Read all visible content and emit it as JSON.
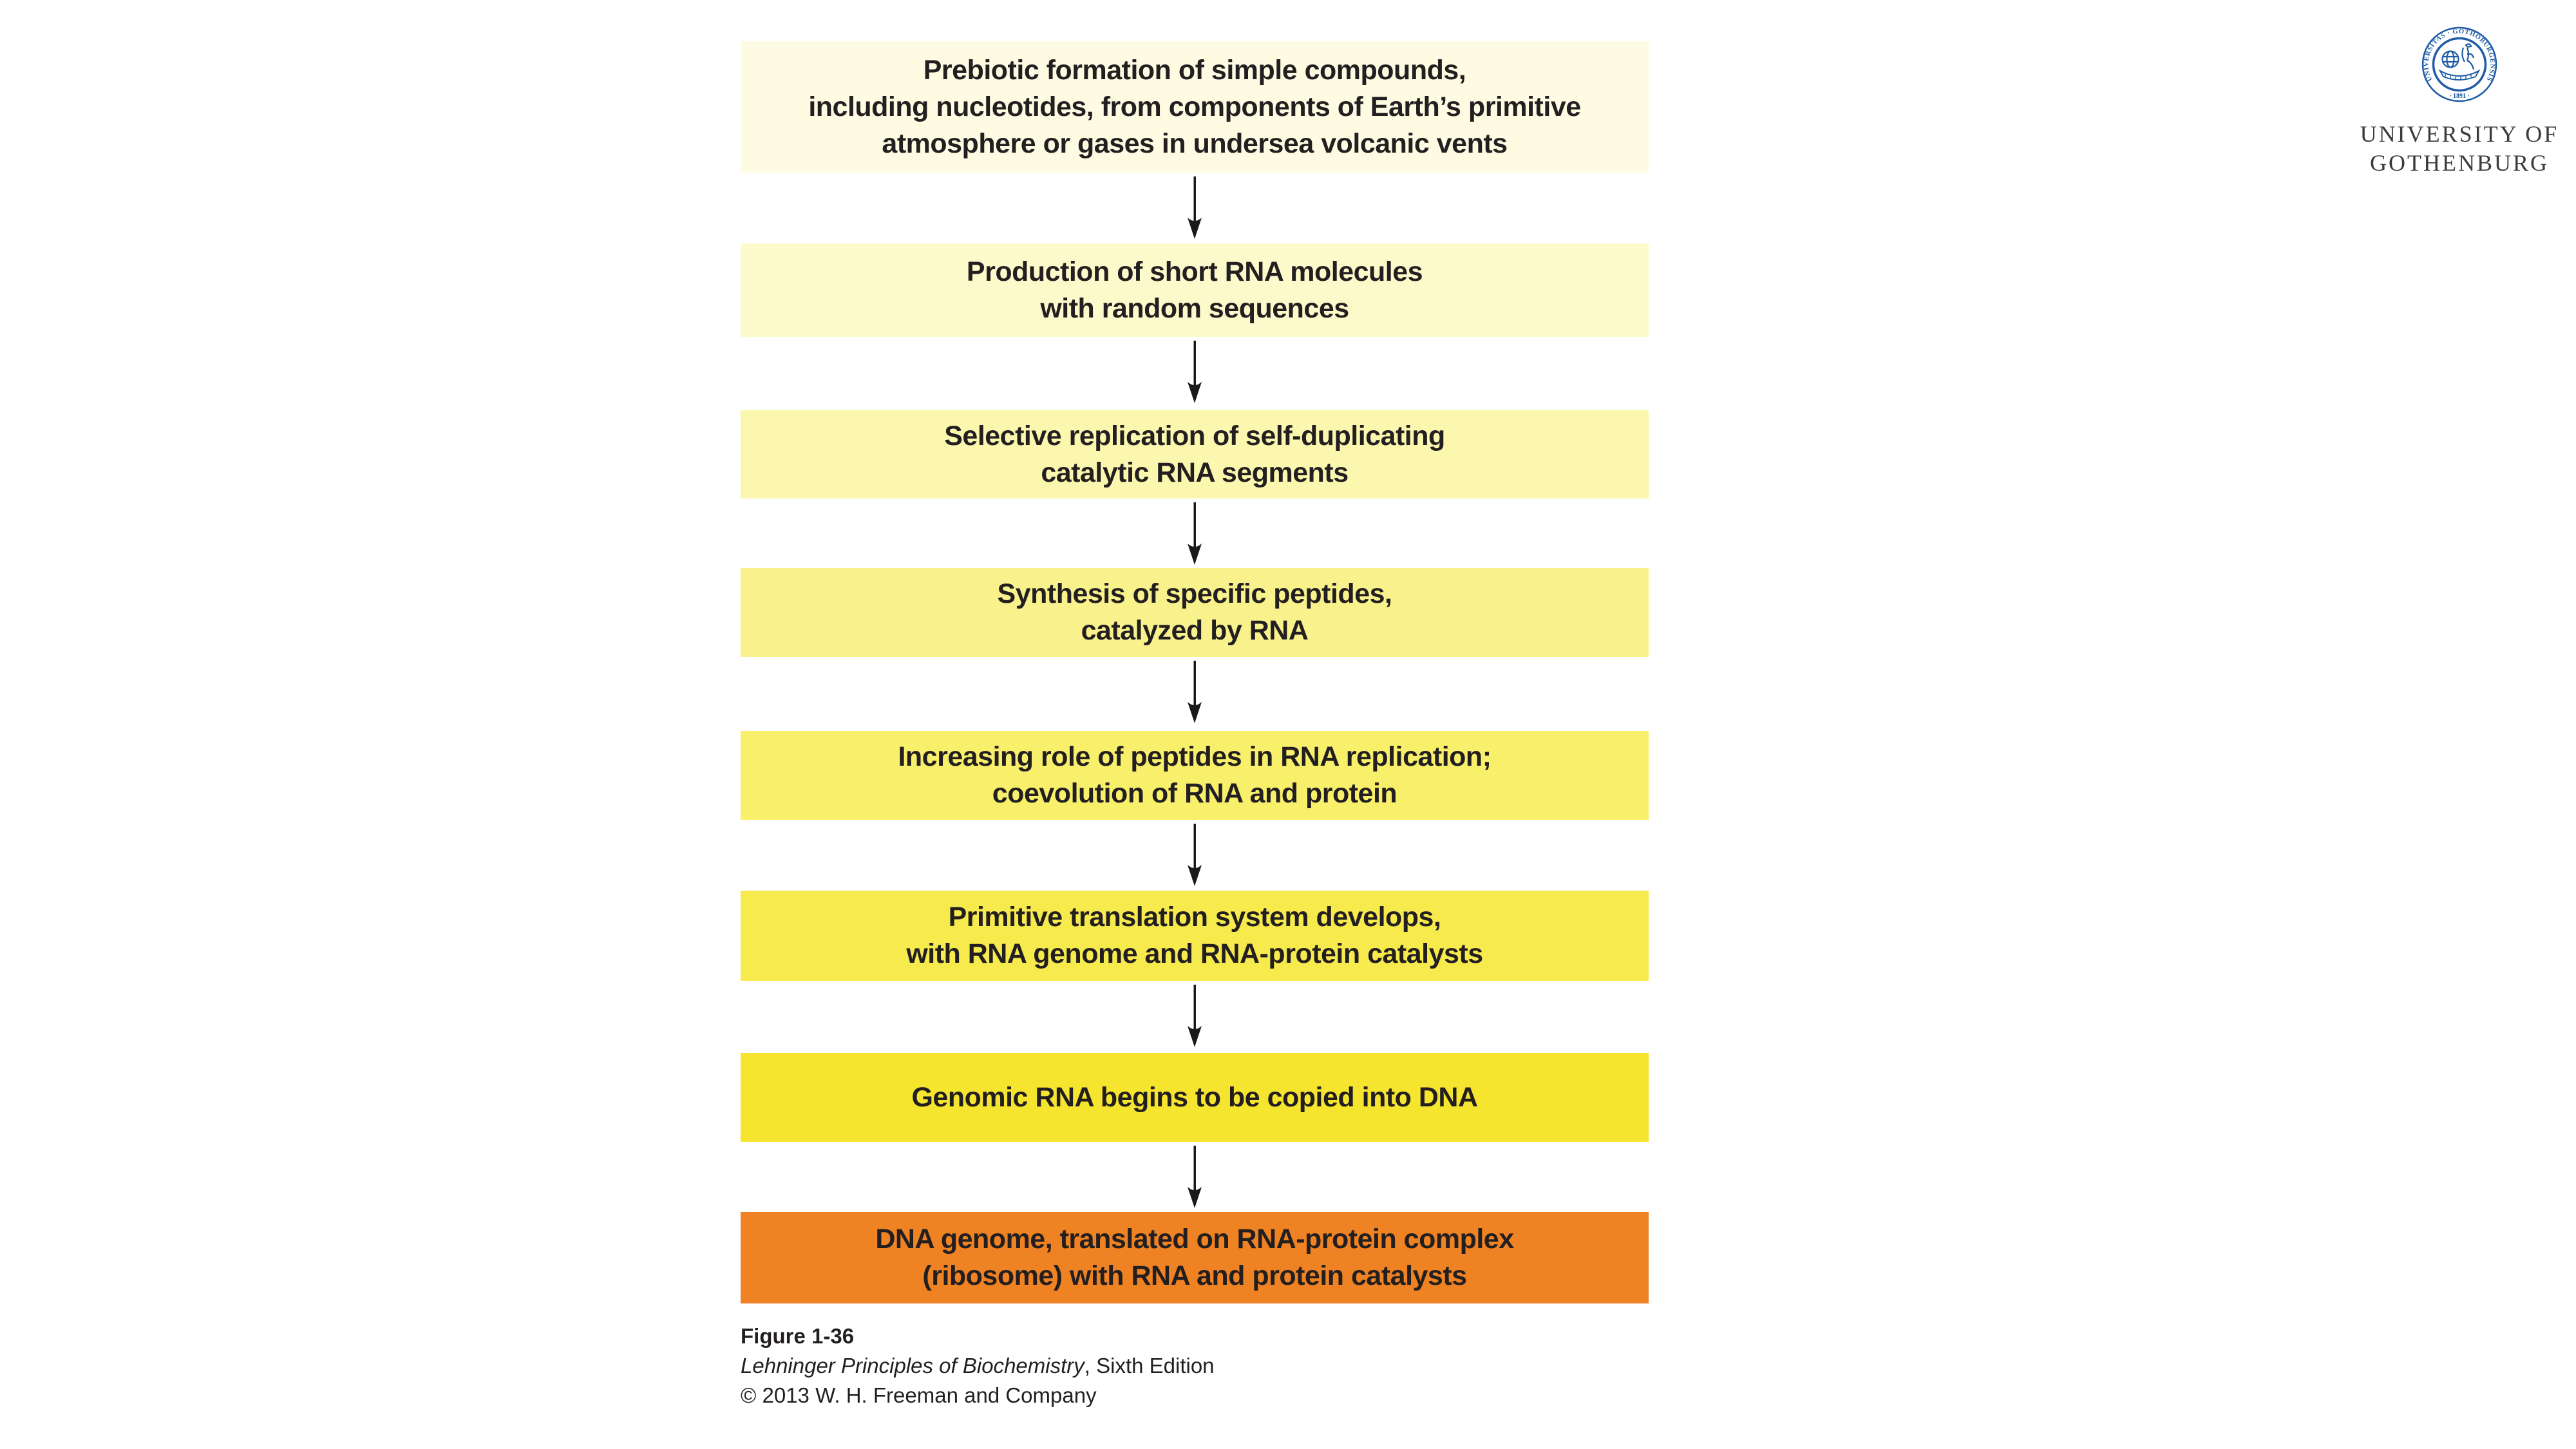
{
  "page": {
    "background": "#ffffff"
  },
  "flowchart": {
    "text_color": "#231f20",
    "arrow_color": "#1a1a1a",
    "steps": [
      {
        "text": "Prebiotic formation of simple compounds,\nincluding nucleotides, from components of Earth’s primitive\natmosphere or gases in undersea volcanic vents",
        "color": "#FDFCE3"
      },
      {
        "text": "Production of short RNA molecules\nwith random sequences",
        "color": "#FCFACB"
      },
      {
        "text": "Selective replication of self-duplicating\ncatalytic RNA segments",
        "color": "#FBF7AE"
      },
      {
        "text": "Synthesis of specific peptides,\ncatalyzed by RNA",
        "color": "#F9F28C"
      },
      {
        "text": "Increasing role of peptides in RNA replication;\ncoevolution of RNA and protein",
        "color": "#F8EF6B"
      },
      {
        "text": "Primitive translation system develops,\nwith RNA genome and RNA-protein catalysts",
        "color": "#F7EA4D"
      },
      {
        "text": "Genomic RNA begins to be copied into DNA",
        "color": "#F6E52E"
      },
      {
        "text": "DNA genome, translated on RNA-protein complex\n(ribosome) with RNA and protein catalysts",
        "color": "#EF8222"
      }
    ]
  },
  "caption": {
    "figure_label": "Figure 1-36",
    "book_title": "Lehninger Principles of Biochemistry",
    "edition": ", Sixth Edition",
    "copyright": "© 2013 W. H. Freeman and Company"
  },
  "logo": {
    "institution_line1": "UNIVERSITY OF",
    "institution_line2": "GOTHENBURG",
    "seal_ring_text": "UNIVERSITAS · GOTHOBURGENSIS",
    "seal_year": "· 1891 ·",
    "seal_color": "#1e5ba6",
    "text_color": "#3b3b3b"
  }
}
